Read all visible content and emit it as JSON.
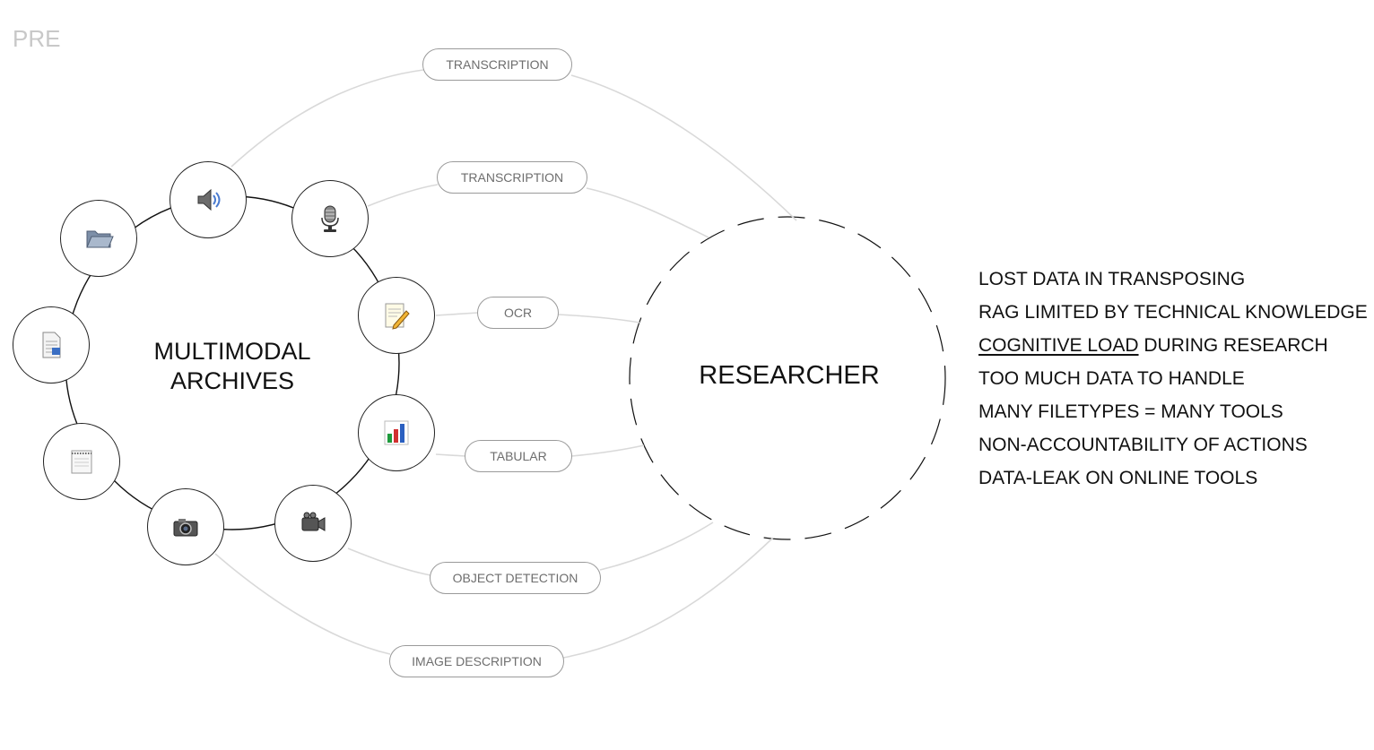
{
  "header": {
    "stage_label": "PRE"
  },
  "archives": {
    "title_line1": "MULTIMODAL",
    "title_line2": "ARCHIVES"
  },
  "researcher": {
    "title": "RESEARCHER"
  },
  "file_nodes": [
    {
      "icon": "speaker-icon"
    },
    {
      "icon": "microphone-icon"
    },
    {
      "icon": "folder-icon"
    },
    {
      "icon": "document-icon"
    },
    {
      "icon": "text-edit-icon"
    },
    {
      "icon": "bar-chart-icon"
    },
    {
      "icon": "notepad-icon"
    },
    {
      "icon": "camera-icon"
    },
    {
      "icon": "video-camera-icon"
    }
  ],
  "processes": [
    {
      "label": "TRANSCRIPTION"
    },
    {
      "label": "TRANSCRIPTION"
    },
    {
      "label": "OCR"
    },
    {
      "label": "TABULAR"
    },
    {
      "label": "OBJECT DETECTION"
    },
    {
      "label": "IMAGE DESCRIPTION"
    }
  ],
  "issues": [
    {
      "text": "LOST DATA IN TRANSPOSING"
    },
    {
      "text": "RAG LIMITED BY TECHNICAL KNOWLEDGE"
    },
    {
      "underlined": "COGNITIVE LOAD",
      "text": " DURING RESEARCH"
    },
    {
      "text": "TOO MUCH DATA TO HANDLE"
    },
    {
      "text": "MANY FILETYPES = MANY TOOLS"
    },
    {
      "text": "NON-ACCOUNTABILITY OF ACTIONS"
    },
    {
      "text": "DATA-LEAK ON ONLINE TOOLS"
    }
  ],
  "colors": {
    "connector": "#d9d9d9",
    "ring": "#111111",
    "pill_border": "#9a9a9a",
    "pill_text": "#6e6e6e"
  }
}
